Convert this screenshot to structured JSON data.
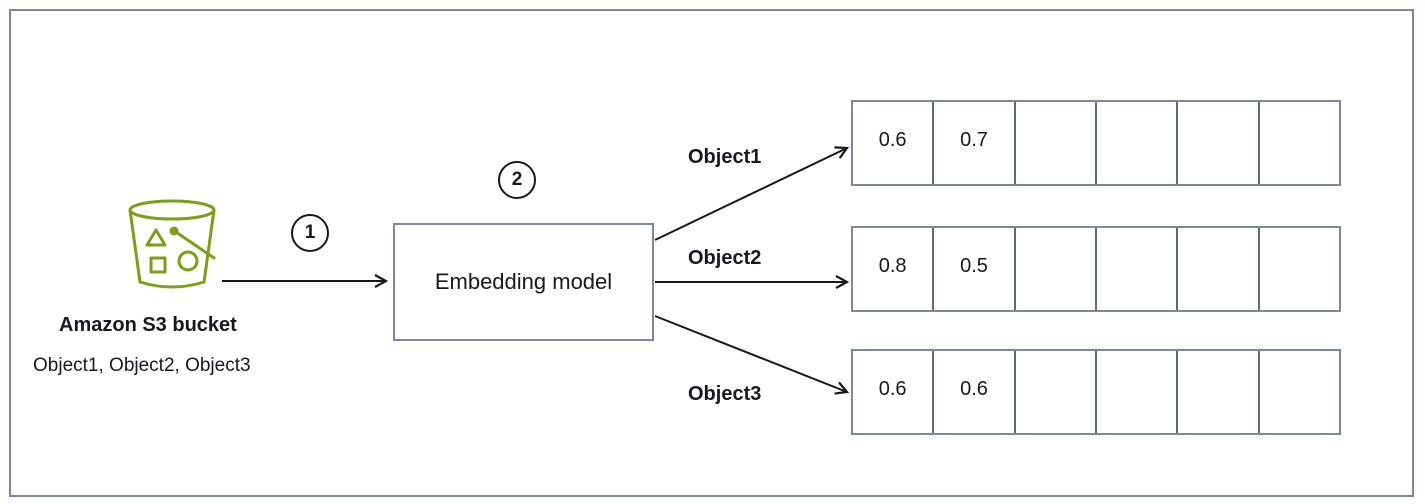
{
  "source": {
    "title": "Amazon S3 bucket",
    "subtitle": "Object1, Object2, Object3",
    "icon": "s3-bucket-icon",
    "icon_color": "#7aa116"
  },
  "steps": [
    "1",
    "2"
  ],
  "model": {
    "label": "Embedding model"
  },
  "vectors": [
    {
      "label": "Object1",
      "values": [
        "0.6",
        "0.7",
        "",
        "",
        "",
        ""
      ]
    },
    {
      "label": "Object2",
      "values": [
        "0.8",
        "0.5",
        "",
        "",
        "",
        ""
      ]
    },
    {
      "label": "Object3",
      "values": [
        "0.6",
        "0.6",
        "",
        "",
        "",
        ""
      ]
    }
  ],
  "colors": {
    "border": "#7d8998",
    "text": "#16191f",
    "bucket": "#7aa116"
  }
}
